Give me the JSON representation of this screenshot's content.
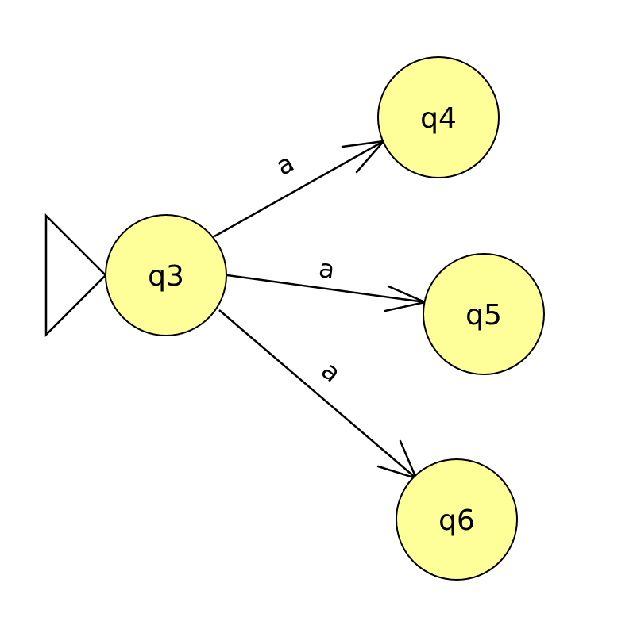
{
  "diagram": {
    "type": "finite-automaton",
    "colors": {
      "state_fill": "#ffff99",
      "stroke": "#000000",
      "background": "#ffffff"
    },
    "initial_state": "q3",
    "states": [
      {
        "id": "q3",
        "label": "q3",
        "initial": true
      },
      {
        "id": "q4",
        "label": "q4",
        "initial": false
      },
      {
        "id": "q5",
        "label": "q5",
        "initial": false
      },
      {
        "id": "q6",
        "label": "q6",
        "initial": false
      }
    ],
    "transitions": [
      {
        "from": "q3",
        "to": "q4",
        "label": "a"
      },
      {
        "from": "q3",
        "to": "q5",
        "label": "a"
      },
      {
        "from": "q3",
        "to": "q6",
        "label": "a"
      }
    ]
  }
}
